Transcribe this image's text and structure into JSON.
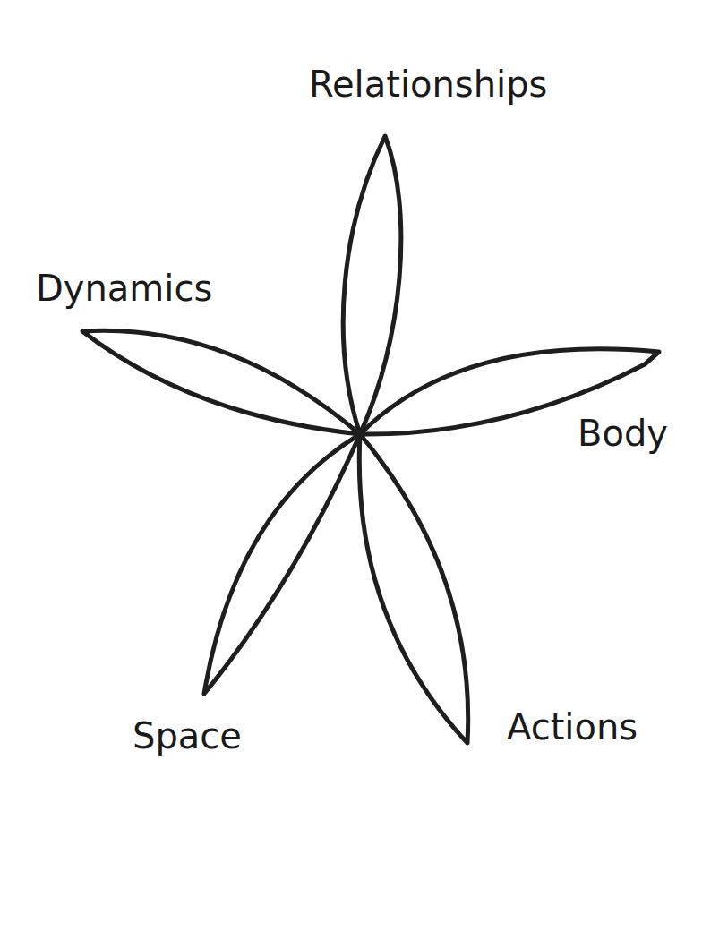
{
  "diagram": {
    "labels": [
      "Relationships",
      "Dynamics",
      "Body",
      "Space",
      "Actions"
    ]
  }
}
